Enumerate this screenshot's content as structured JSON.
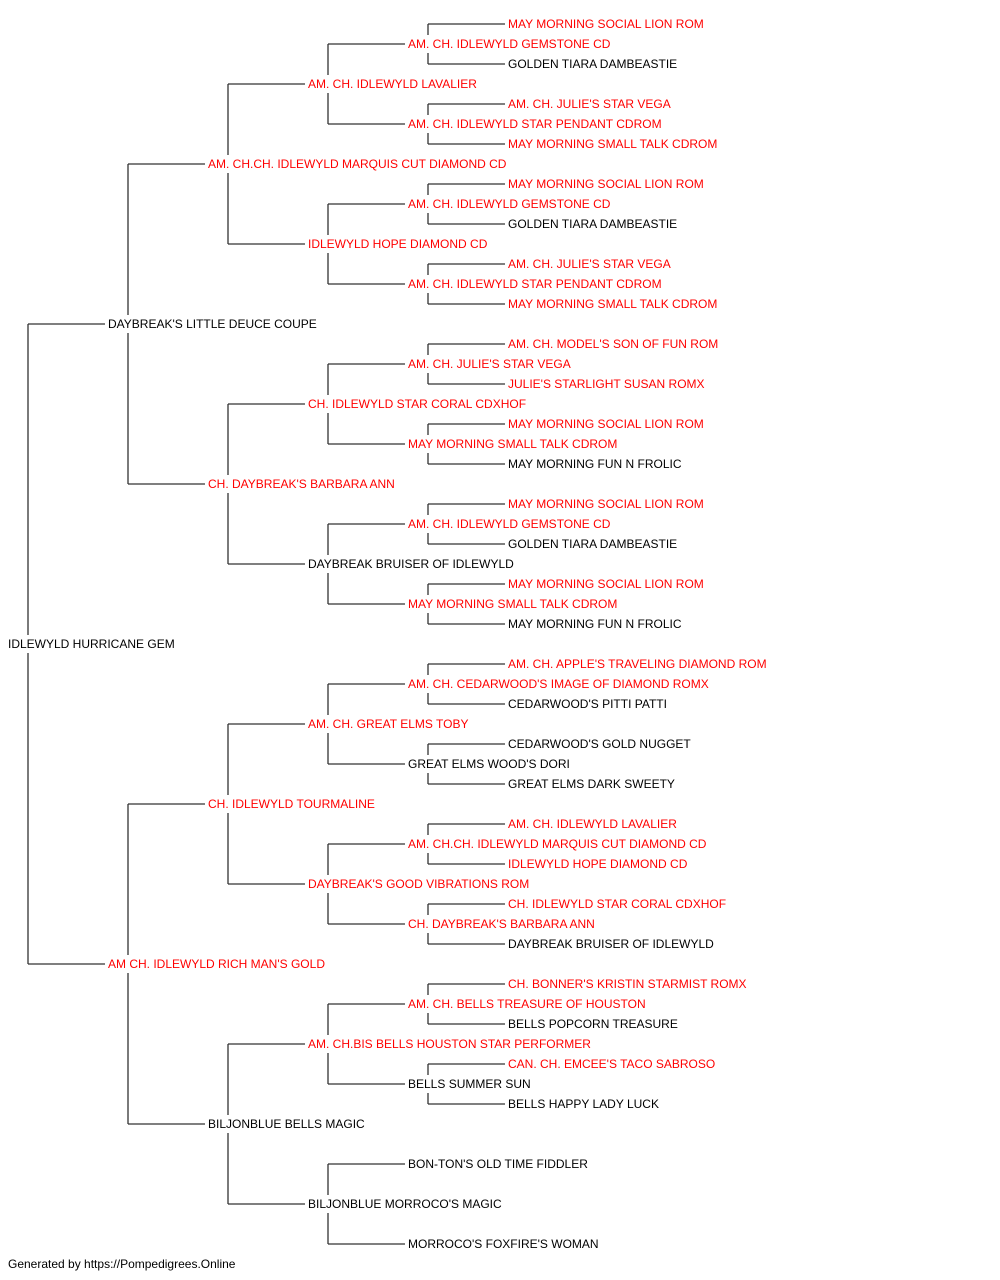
{
  "colors": {
    "titled": "#ff0000",
    "plain": "#000000",
    "line": "#333333"
  },
  "root": {
    "name": "IDLEWYLD HURRICANE GEM",
    "titled": false,
    "sire": {
      "name": "DAYBREAK'S LITTLE DEUCE COUPE",
      "titled": false,
      "sire": {
        "name": "AM. CH.CH. IDLEWYLD MARQUIS CUT DIAMOND CD",
        "titled": true,
        "sire": {
          "name": "AM. CH. IDLEWYLD LAVALIER",
          "titled": true,
          "sire": {
            "name": "AM. CH. IDLEWYLD GEMSTONE CD",
            "titled": true,
            "sire": {
              "name": "MAY MORNING SOCIAL LION ROM",
              "titled": true
            },
            "dam": {
              "name": "GOLDEN TIARA DAMBEASTIE",
              "titled": false
            }
          },
          "dam": {
            "name": "AM. CH. IDLEWYLD STAR PENDANT CDROM",
            "titled": true,
            "sire": {
              "name": "AM. CH. JULIE'S STAR VEGA",
              "titled": true
            },
            "dam": {
              "name": "MAY MORNING SMALL TALK CDROM",
              "titled": true
            }
          }
        },
        "dam": {
          "name": "IDLEWYLD HOPE DIAMOND CD",
          "titled": true,
          "sire": {
            "name": "AM. CH. IDLEWYLD GEMSTONE CD",
            "titled": true,
            "sire": {
              "name": "MAY MORNING SOCIAL LION ROM",
              "titled": true
            },
            "dam": {
              "name": "GOLDEN TIARA DAMBEASTIE",
              "titled": false
            }
          },
          "dam": {
            "name": "AM. CH. IDLEWYLD STAR PENDANT CDROM",
            "titled": true,
            "sire": {
              "name": "AM. CH. JULIE'S STAR VEGA",
              "titled": true
            },
            "dam": {
              "name": "MAY MORNING SMALL TALK CDROM",
              "titled": true
            }
          }
        }
      },
      "dam": {
        "name": "CH. DAYBREAK'S BARBARA ANN",
        "titled": true,
        "sire": {
          "name": "CH. IDLEWYLD STAR CORAL CDXHOF",
          "titled": true,
          "sire": {
            "name": "AM. CH. JULIE'S STAR VEGA",
            "titled": true,
            "sire": {
              "name": "AM. CH. MODEL'S SON OF FUN ROM",
              "titled": true
            },
            "dam": {
              "name": "JULIE'S STARLIGHT SUSAN ROMX",
              "titled": true
            }
          },
          "dam": {
            "name": "MAY MORNING SMALL TALK CDROM",
            "titled": true,
            "sire": {
              "name": "MAY MORNING SOCIAL LION ROM",
              "titled": true
            },
            "dam": {
              "name": "MAY MORNING FUN N FROLIC",
              "titled": false
            }
          }
        },
        "dam": {
          "name": "DAYBREAK BRUISER OF IDLEWYLD",
          "titled": false,
          "sire": {
            "name": "AM. CH. IDLEWYLD GEMSTONE CD",
            "titled": true,
            "sire": {
              "name": "MAY MORNING SOCIAL LION ROM",
              "titled": true
            },
            "dam": {
              "name": "GOLDEN TIARA DAMBEASTIE",
              "titled": false
            }
          },
          "dam": {
            "name": "MAY MORNING SMALL TALK CDROM",
            "titled": true,
            "sire": {
              "name": "MAY MORNING SOCIAL LION ROM",
              "titled": true
            },
            "dam": {
              "name": "MAY MORNING FUN N FROLIC",
              "titled": false
            }
          }
        }
      }
    },
    "dam": {
      "name": "AM CH. IDLEWYLD RICH MAN'S GOLD",
      "titled": true,
      "sire": {
        "name": "CH. IDLEWYLD TOURMALINE",
        "titled": true,
        "sire": {
          "name": "AM. CH. GREAT ELMS TOBY",
          "titled": true,
          "sire": {
            "name": "AM. CH. CEDARWOOD'S IMAGE OF DIAMOND ROMX",
            "titled": true,
            "sire": {
              "name": "AM. CH. APPLE'S TRAVELING DIAMOND ROM",
              "titled": true
            },
            "dam": {
              "name": "CEDARWOOD'S PITTI PATTI",
              "titled": false
            }
          },
          "dam": {
            "name": "GREAT ELMS WOOD'S DORI",
            "titled": false,
            "sire": {
              "name": "CEDARWOOD'S GOLD NUGGET",
              "titled": false
            },
            "dam": {
              "name": "GREAT ELMS DARK SWEETY",
              "titled": false
            }
          }
        },
        "dam": {
          "name": "DAYBREAK'S GOOD VIBRATIONS ROM",
          "titled": true,
          "sire": {
            "name": "AM. CH.CH. IDLEWYLD MARQUIS CUT DIAMOND CD",
            "titled": true,
            "sire": {
              "name": "AM. CH. IDLEWYLD LAVALIER",
              "titled": true
            },
            "dam": {
              "name": "IDLEWYLD HOPE DIAMOND CD",
              "titled": true
            }
          },
          "dam": {
            "name": "CH. DAYBREAK'S BARBARA ANN",
            "titled": true,
            "sire": {
              "name": "CH. IDLEWYLD STAR CORAL CDXHOF",
              "titled": true
            },
            "dam": {
              "name": "DAYBREAK BRUISER OF IDLEWYLD",
              "titled": false
            }
          }
        }
      },
      "dam": {
        "name": "BILJONBLUE BELLS MAGIC",
        "titled": false,
        "sire": {
          "name": "AM. CH.BIS BELLS HOUSTON STAR PERFORMER",
          "titled": true,
          "sire": {
            "name": "AM. CH. BELLS TREASURE OF HOUSTON",
            "titled": true,
            "sire": {
              "name": "CH. BONNER'S KRISTIN STARMIST ROMX",
              "titled": true
            },
            "dam": {
              "name": "BELLS POPCORN TREASURE",
              "titled": false
            }
          },
          "dam": {
            "name": "BELLS SUMMER SUN",
            "titled": false,
            "sire": {
              "name": "CAN. CH. EMCEE'S TACO SABROSO",
              "titled": true
            },
            "dam": {
              "name": "BELLS HAPPY LADY LUCK",
              "titled": false
            }
          }
        },
        "dam": {
          "name": "BILJONBLUE MORROCO'S MAGIC",
          "titled": false,
          "sire": {
            "name": "BON-TON'S OLD TIME FIDDLER",
            "titled": false
          },
          "dam": {
            "name": "MORROCO'S FOXFIRE'S WOMAN",
            "titled": false
          }
        }
      }
    }
  },
  "footer": "Generated by https://Pompedigrees.Online"
}
